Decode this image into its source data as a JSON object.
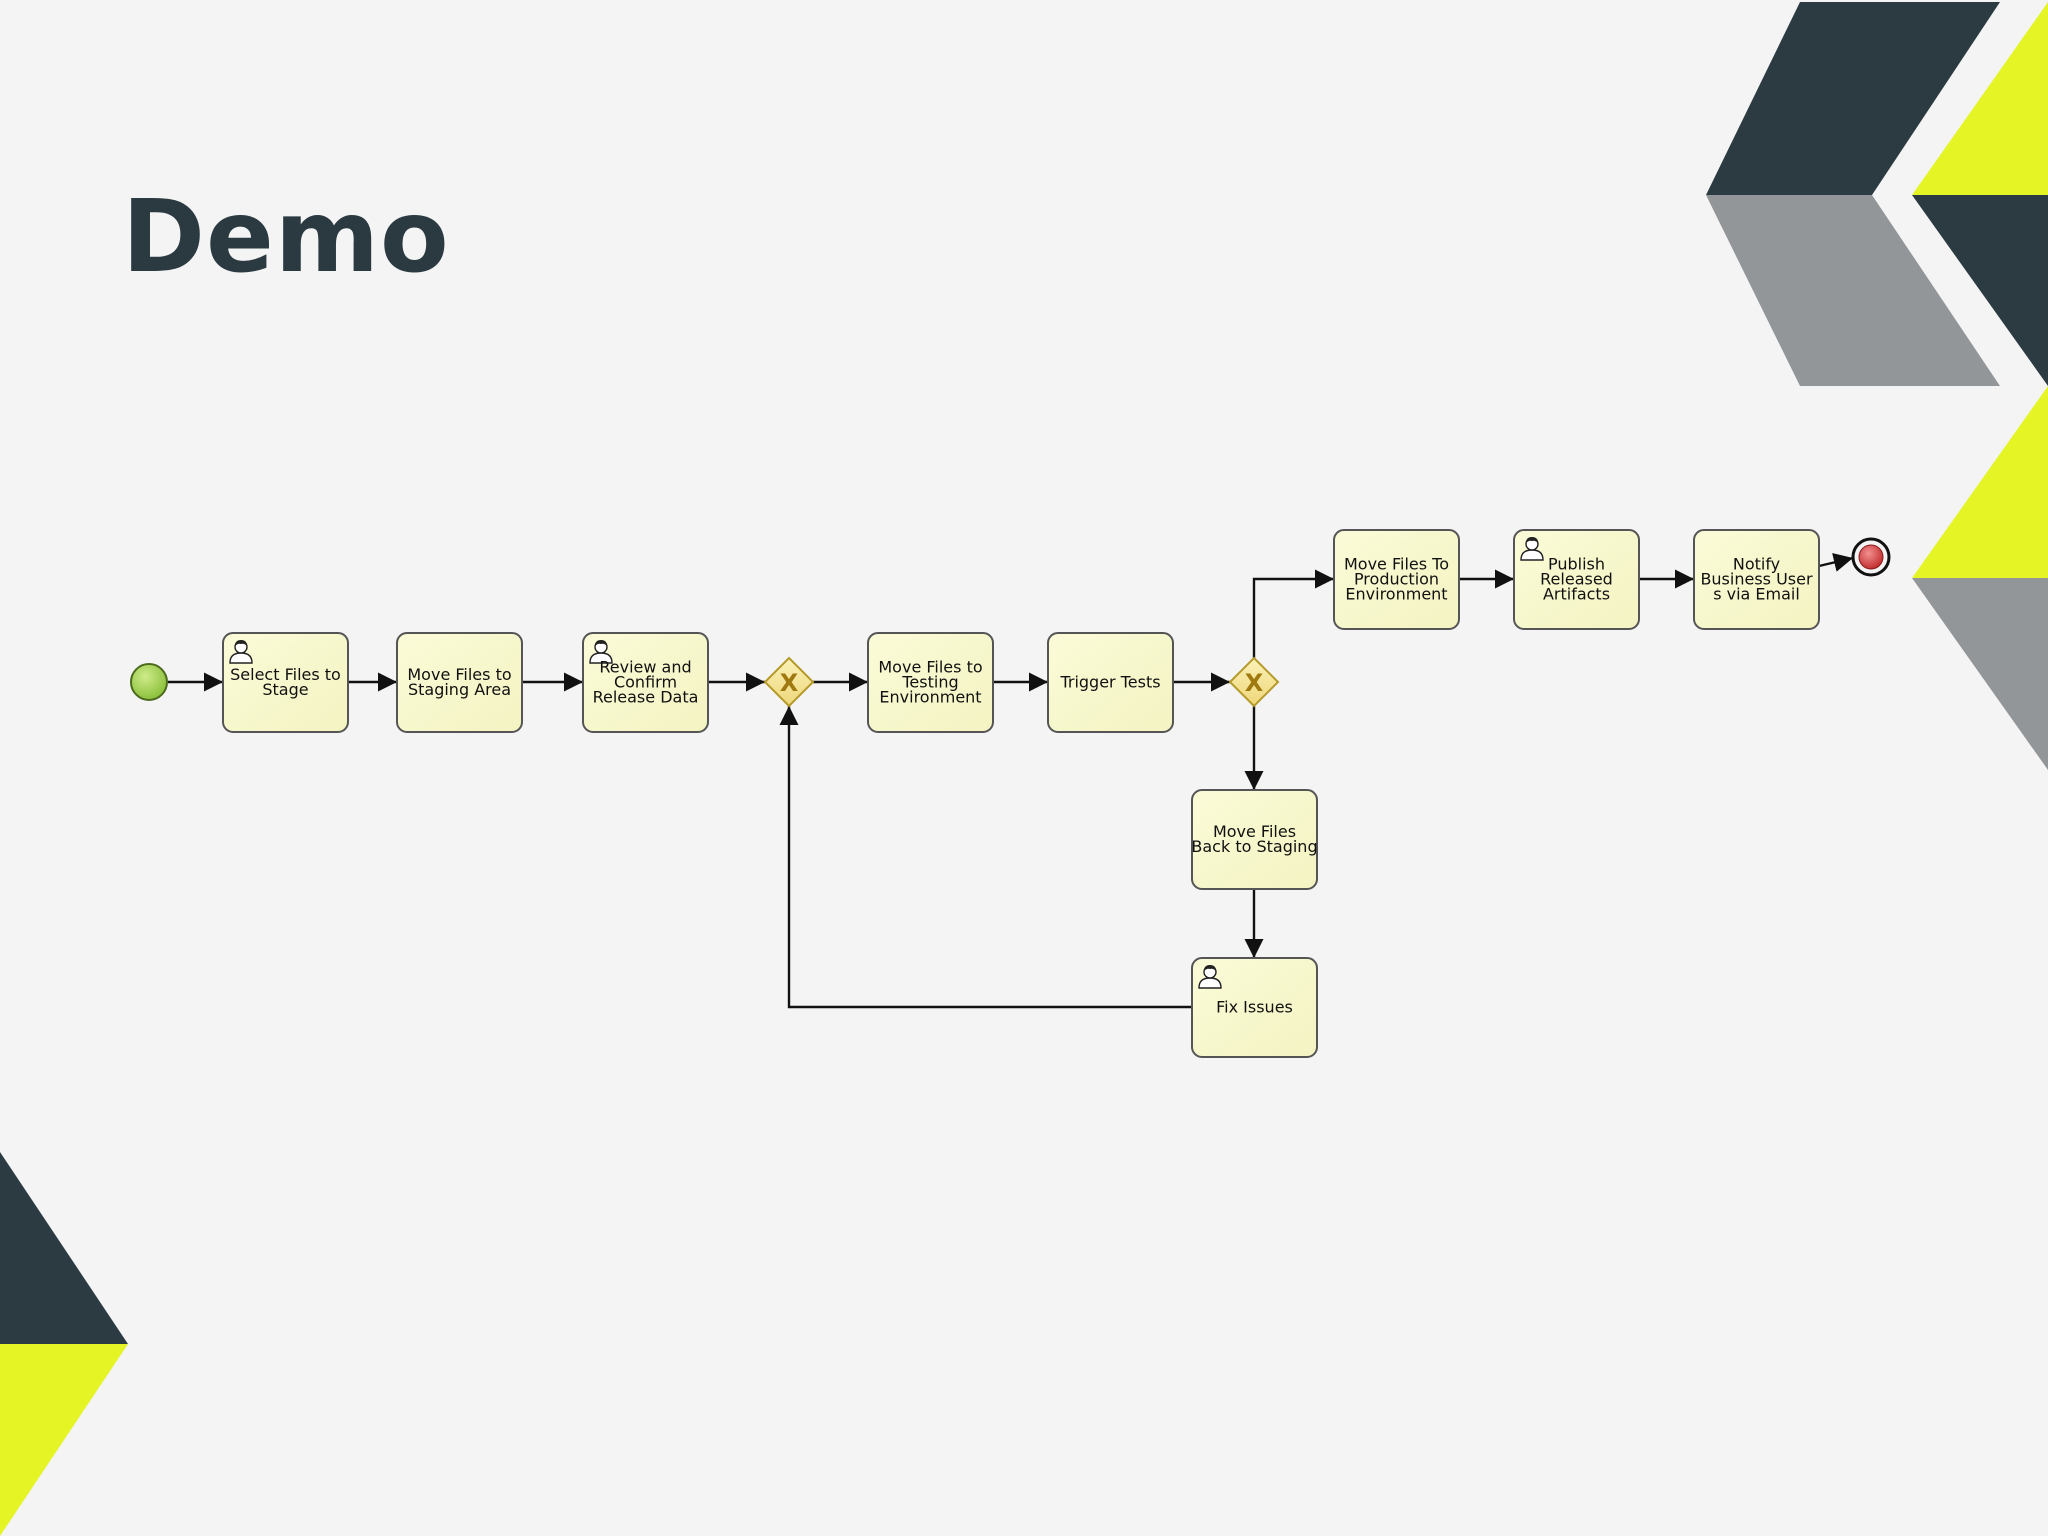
{
  "title": "Demo",
  "colors": {
    "background": "#f4f4f5",
    "dark": "#2c3a41",
    "lime": "#e4f425",
    "gray": "#939698",
    "task_fill": "#fbfbd8",
    "gateway_fill": "#f5e79a",
    "start_fill": "#9acd45",
    "end_fill": "#d84040"
  },
  "diagram": {
    "tasks": [
      {
        "id": "select",
        "lines": [
          "Select Files to",
          "Stage"
        ],
        "user": true
      },
      {
        "id": "staging",
        "lines": [
          "Move Files to",
          "Staging Area"
        ],
        "user": false
      },
      {
        "id": "review",
        "lines": [
          "Review and",
          "Confirm",
          "Release Data"
        ],
        "user": true
      },
      {
        "id": "testing",
        "lines": [
          "Move Files to",
          "Testing",
          "Environment"
        ],
        "user": false
      },
      {
        "id": "trigger",
        "lines": [
          "Trigger Tests"
        ],
        "user": false
      },
      {
        "id": "prod",
        "lines": [
          "Move Files To",
          "Production",
          "Environment"
        ],
        "user": false
      },
      {
        "id": "publish",
        "lines": [
          "Publish",
          "Released",
          "Artifacts"
        ],
        "user": true
      },
      {
        "id": "notify",
        "lines": [
          "Notify",
          "Business User",
          "s via Email"
        ],
        "user": false
      },
      {
        "id": "back",
        "lines": [
          "Move Files",
          "Back to Staging"
        ],
        "user": false
      },
      {
        "id": "fix",
        "lines": [
          "Fix Issues"
        ],
        "user": true
      }
    ],
    "gateways": [
      {
        "id": "gw1",
        "symbol": "X"
      },
      {
        "id": "gw2",
        "symbol": "X"
      }
    ],
    "start_event": "start",
    "end_event": "end"
  }
}
